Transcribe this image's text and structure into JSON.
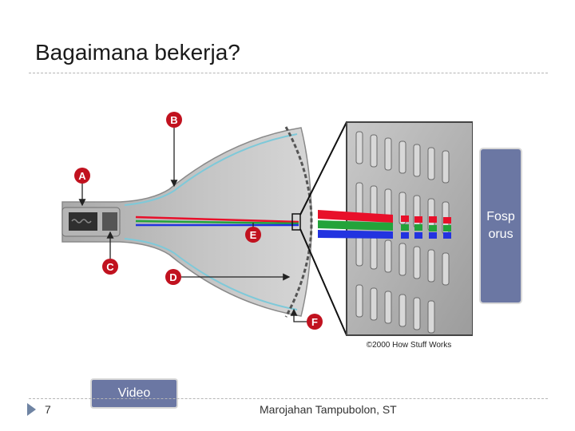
{
  "slide": {
    "title": "Bagaimana bekerja?",
    "page_number": "7",
    "author": "Marojahan Tampubolon, ST"
  },
  "diagram": {
    "labels": [
      "A",
      "B",
      "C",
      "D",
      "E",
      "F"
    ],
    "copyright": "©2000 How Stuff Works",
    "beam_colors": {
      "red": "#e8102a",
      "green": "#23a33a",
      "blue": "#2233e0"
    }
  },
  "buttons": {
    "fosfor": "Fosporus",
    "video": "Video"
  },
  "colors": {
    "button_fill": "#6b77a3",
    "accent_arrow": "#6f84a3"
  }
}
